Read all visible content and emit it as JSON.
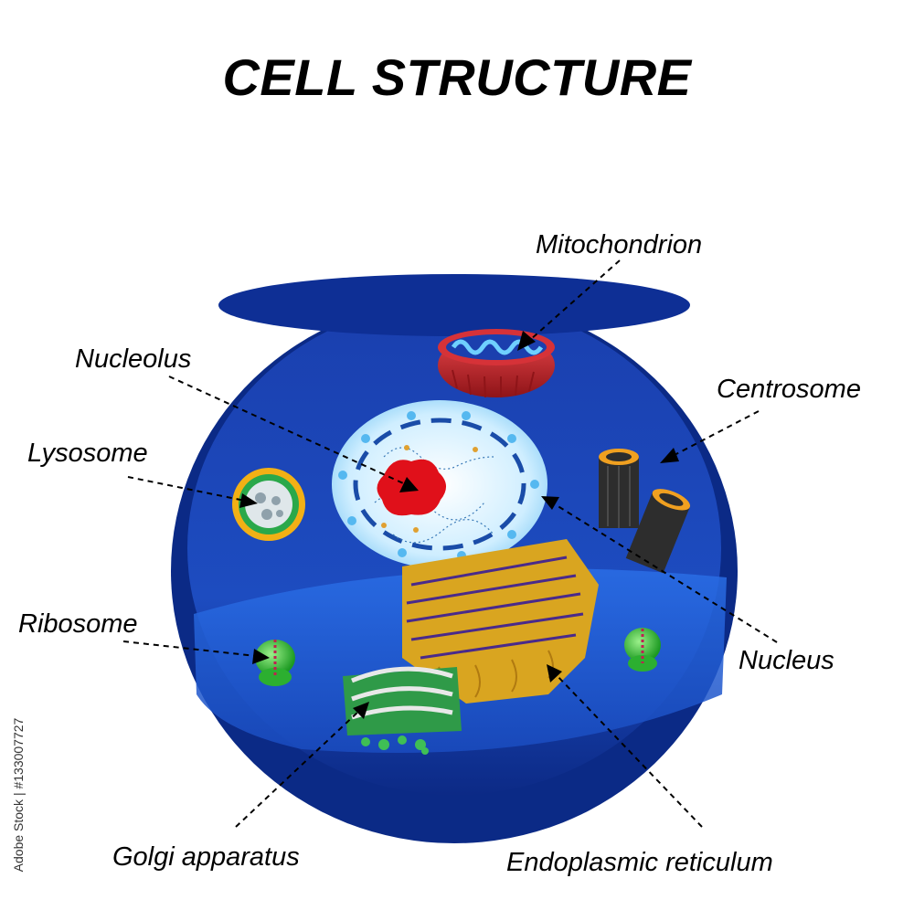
{
  "title": "CELL STRUCTURE",
  "labels": {
    "mitochondrion": "Mitochondrion",
    "nucleolus": "Nucleolus",
    "centrosome": "Centrosome",
    "lysosome": "Lysosome",
    "ribosome": "Ribosome",
    "nucleus": "Nucleus",
    "golgi": "Golgi apparatus",
    "er": "Endoplasmic reticulum"
  },
  "watermark": "Adobe Stock | #133007727",
  "colors": {
    "membrane": "#0b2a8a",
    "cytoplasm_top": "#1f4ec0",
    "cytoplasm_bottom": "#2f6fe0",
    "nucleus": "#bfe6ff",
    "nucleolus": "#e0101a",
    "mitochondrion": "#c8242d",
    "golgi": "#2fa84a",
    "er": "#d9a520",
    "centrosome": "#333333",
    "ribosome": "#49c646"
  }
}
